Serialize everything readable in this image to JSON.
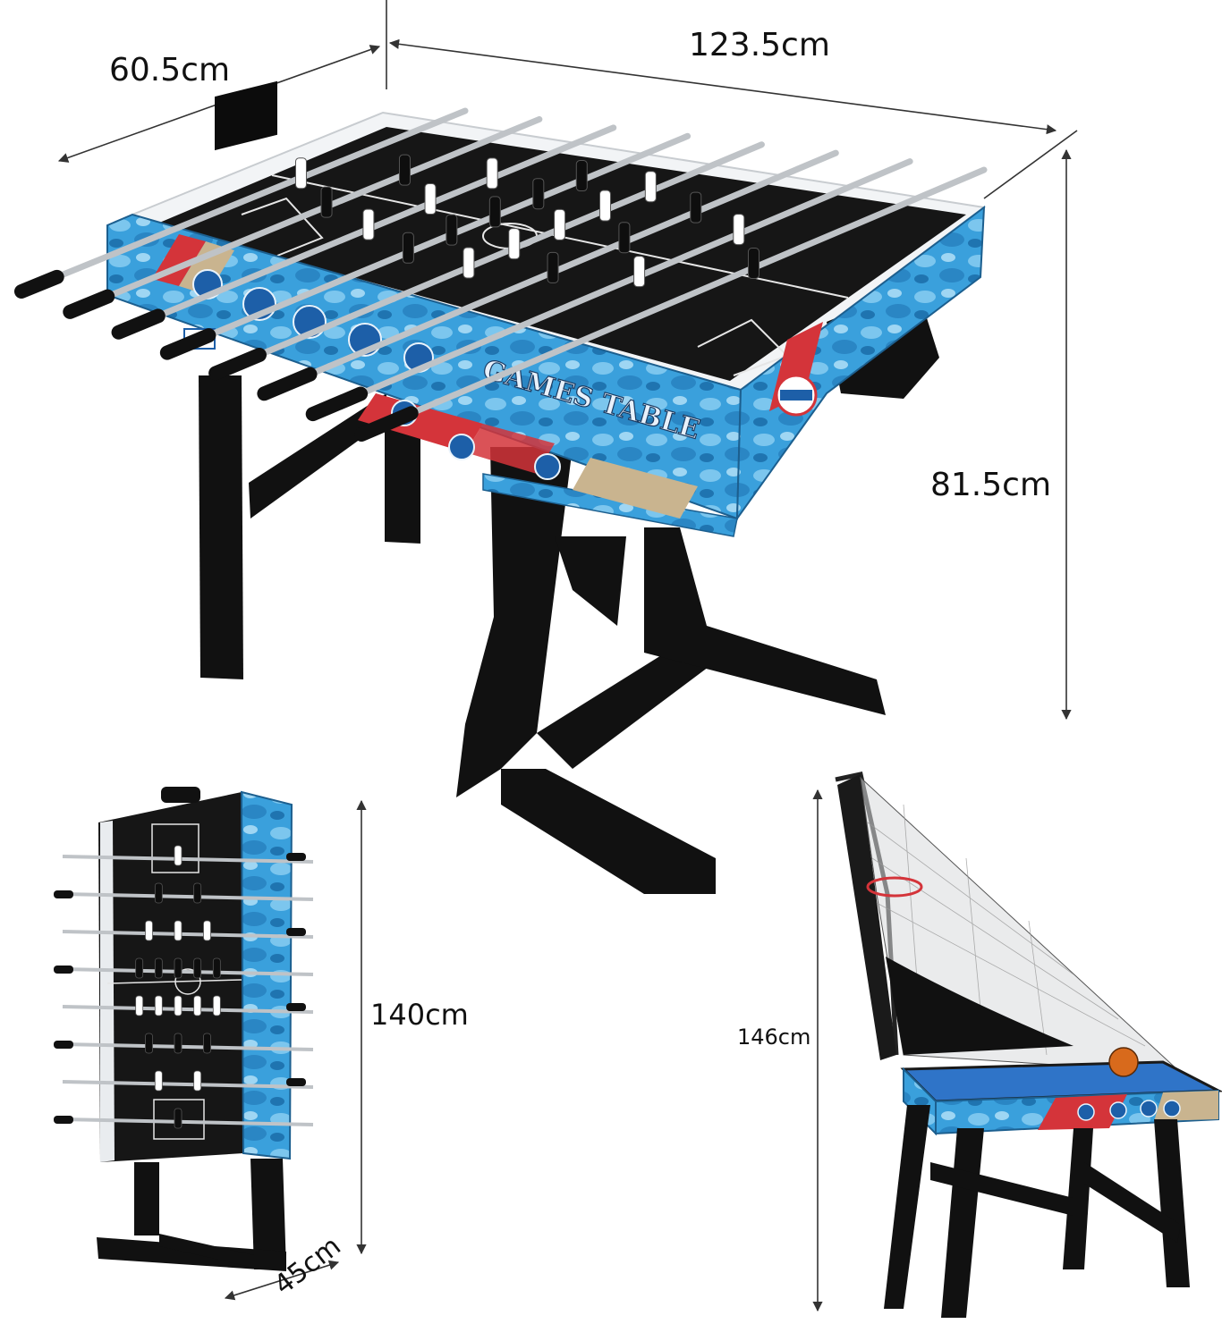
{
  "dimensions": {
    "depth": "60.5cm",
    "length": "123.5cm",
    "height": "81.5cm",
    "folded_height": "140cm",
    "folded_depth": "45cm",
    "basketball_height": "146cm"
  },
  "table": {
    "brand_text": "GAMES TABLE",
    "colors": {
      "camo_blue": "#3aa0dc",
      "camo_light": "#7cc6ee",
      "playfield": "#161616",
      "rod": "#bfc3c7",
      "accent_red": "#d4343a",
      "accent_tan": "#c9b48f",
      "legs": "#111111",
      "pool_felt": "#2f74c8"
    }
  }
}
